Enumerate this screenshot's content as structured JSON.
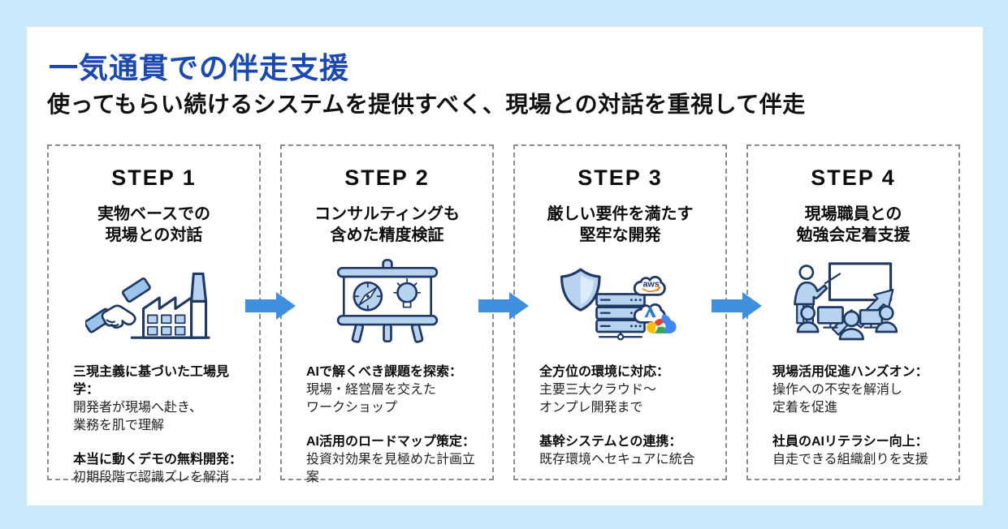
{
  "header": {
    "title": "一気通貫での伴走支援",
    "subtitle": "使ってもらい続けるシステムを提供すべく、現場との対話を重視して伴走"
  },
  "colors": {
    "page_background": "#c9e8fa",
    "panel_background": "#ffffff",
    "title_blue": "#1b49b2",
    "text_black": "#111111",
    "flow_arrow_blue": "#3f8ee0",
    "icon_outline_navy": "#1f3864",
    "icon_fill_light_blue": "#b7d3f0",
    "dashed_border_gray": "#8c8c8c",
    "aws_smile_orange": "#e8862c",
    "azure_blue": "#2e76d6",
    "gcp_red": "#ea4335",
    "gcp_yellow": "#fbbc05",
    "gcp_green": "#34a853",
    "gcp_blue": "#4285f4"
  },
  "flow_arrow_icon": "right-arrow-icon",
  "steps": [
    {
      "label": "STEP 1",
      "title": "実物ベースでの\n現場との対話",
      "icon": "handshake-factory-icon",
      "bullets": [
        {
          "heading": "三現主義に基づいた工場見学：",
          "body": "開発者が現場へ赴き、\n業務を肌で理解"
        },
        {
          "heading": "本当に動くデモの無料開発：",
          "body": "初期段階で認識ズレを解消"
        }
      ]
    },
    {
      "label": "STEP 2",
      "title": "コンサルティングも\n含めた精度検証",
      "icon": "presentation-easel-compass-lightbulb-icon",
      "bullets": [
        {
          "heading": "AIで解くべき課題を探索：",
          "body": "現場・経営層を交えた\nワークショップ"
        },
        {
          "heading": "AI活用のロードマップ策定：",
          "body": "投資対効果を見極めた計画立案"
        }
      ]
    },
    {
      "label": "STEP 3",
      "title": "厳しい要件を満たす\n堅牢な開発",
      "icon": "shield-server-clouds-icon",
      "aws_label": "aws",
      "bullets": [
        {
          "heading": "全方位の環境に対応：",
          "body": "主要三大クラウド～\nオンプレ開発まで"
        },
        {
          "heading": "基幹システムとの連携：",
          "body": "既存環境へセキュアに統合"
        }
      ]
    },
    {
      "label": "STEP 4",
      "title": "現場職員との\n勉強会定着支援",
      "icon": "training-session-growth-icon",
      "bullets": [
        {
          "heading": "現場活用促進ハンズオン：",
          "body": "操作への不安を解消し\n定着を促進"
        },
        {
          "heading": "社員のAIリテラシー向上：",
          "body": "自走できる組織創りを支援"
        }
      ]
    }
  ]
}
